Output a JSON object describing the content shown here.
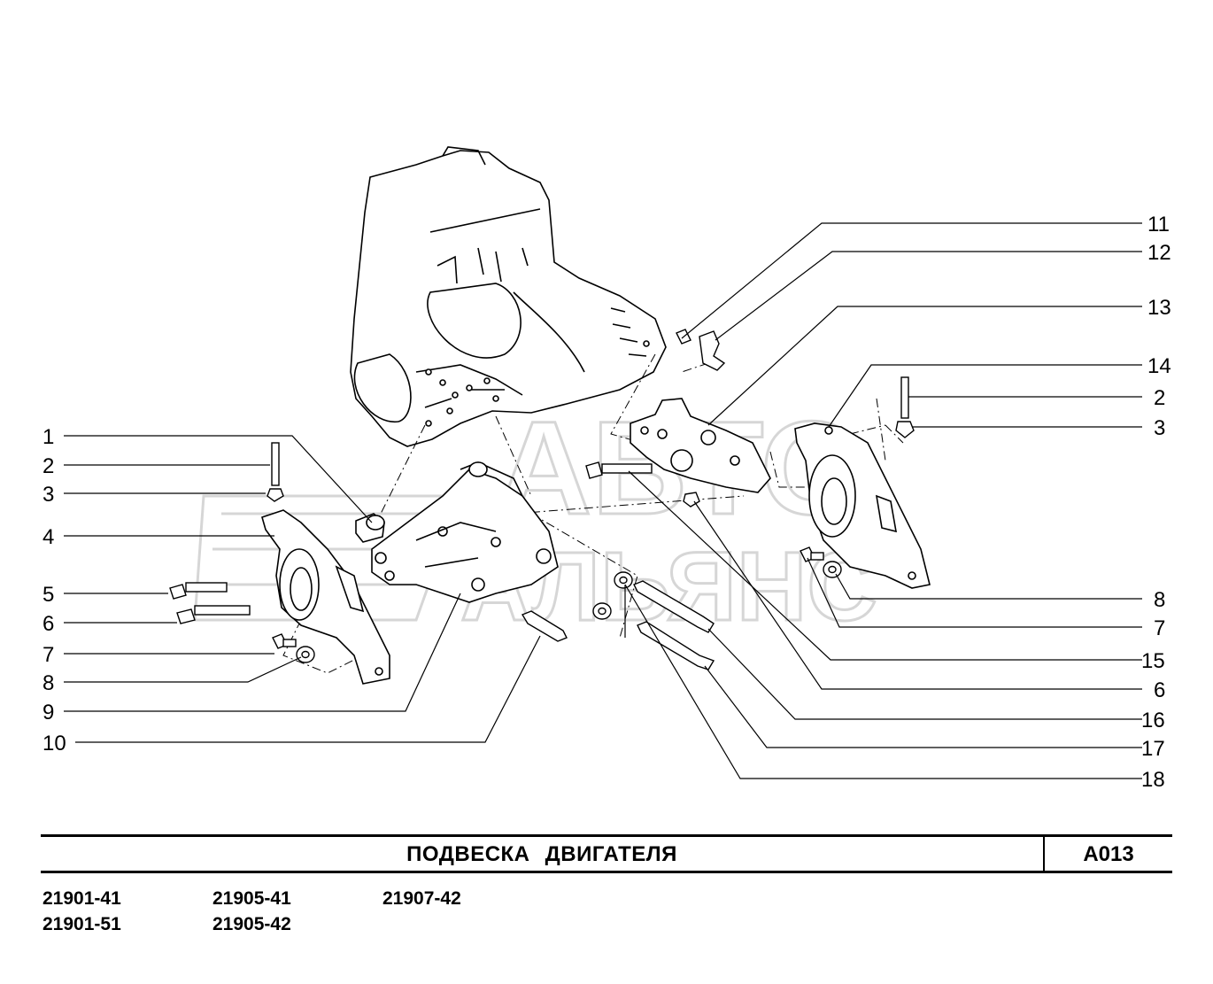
{
  "title": "ПОДВЕСКА   ДВИГАТЕЛЯ",
  "code": "A013",
  "watermark": [
    "АВТО",
    "АЛЬЯНС"
  ],
  "model_columns": [
    [
      "21901-41",
      "21901-51"
    ],
    [
      "21905-41",
      "21905-42"
    ],
    [
      "21907-42"
    ]
  ],
  "callouts_left": [
    "1",
    "2",
    "3",
    "4",
    "5",
    "6",
    "7",
    "8",
    "9",
    "10"
  ],
  "callouts_right": [
    "11",
    "12",
    "13",
    "14",
    "2",
    "3",
    "8",
    "7",
    "15",
    "6",
    "16",
    "17",
    "18"
  ]
}
